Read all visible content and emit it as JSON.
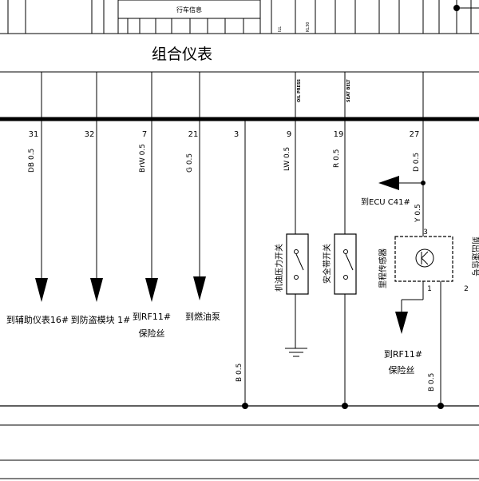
{
  "header": {
    "info_box_label": "行车信息",
    "title": "组合仪表",
    "top_pin_tags": [
      "ILL",
      "KL30",
      "",
      "",
      "",
      "",
      "",
      ""
    ]
  },
  "connector_labels": {
    "oil_press_tag": "OIL PRESS",
    "seat_belt_tag": "SEAT BELT"
  },
  "pins": [
    {
      "pin": "31",
      "wire": "DB 0.5",
      "dest_line1": "到辅助仪表16#",
      "dest_line2": ""
    },
    {
      "pin": "32",
      "wire": "",
      "dest_line1": "到防盗模块 1#",
      "dest_line2": ""
    },
    {
      "pin": "7",
      "wire": "BrW 0.5",
      "dest_line1": "到RF11#",
      "dest_line2": "保险丝"
    },
    {
      "pin": "21",
      "wire": "G 0.5",
      "dest_line1": "到燃油泵",
      "dest_line2": ""
    },
    {
      "pin": "3",
      "wire": "B 0.5",
      "dest_line1": "",
      "dest_line2": ""
    },
    {
      "pin": "9",
      "wire": "LW 0.5",
      "dest_line1": "",
      "dest_line2": ""
    },
    {
      "pin": "19",
      "wire": "R 0.5",
      "dest_line1": "",
      "dest_line2": ""
    },
    {
      "pin": "27",
      "wire": "D 0.5",
      "dest_line1": "",
      "dest_line2": ""
    }
  ],
  "components": {
    "oil_switch": "机油压力开关",
    "belt_switch": "安全带开关",
    "speed_sensor": "里程传感器",
    "ecu_ref": "到ECU  C41#",
    "speed_wire": "Y 0.5",
    "sensor_pins": [
      "3",
      "1",
      "2"
    ],
    "sensor_dest_line1": "到RF11#",
    "sensor_dest_line2": "保险丝",
    "ground_wire": "B 0.5",
    "right_edge_text": "到出速信号"
  }
}
